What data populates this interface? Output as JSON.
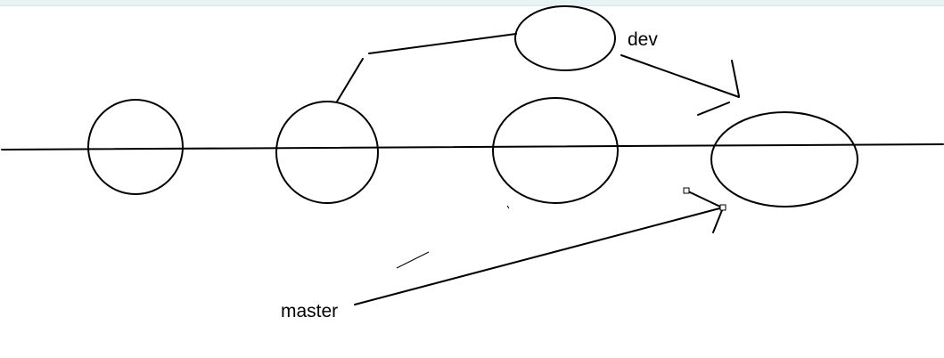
{
  "diagram": {
    "labels": {
      "dev": "dev",
      "master": "master"
    },
    "colors": {
      "ink": "#000000",
      "background": "#ffffff",
      "top_strip": "#e6f3f5"
    },
    "commit_count": 5
  }
}
